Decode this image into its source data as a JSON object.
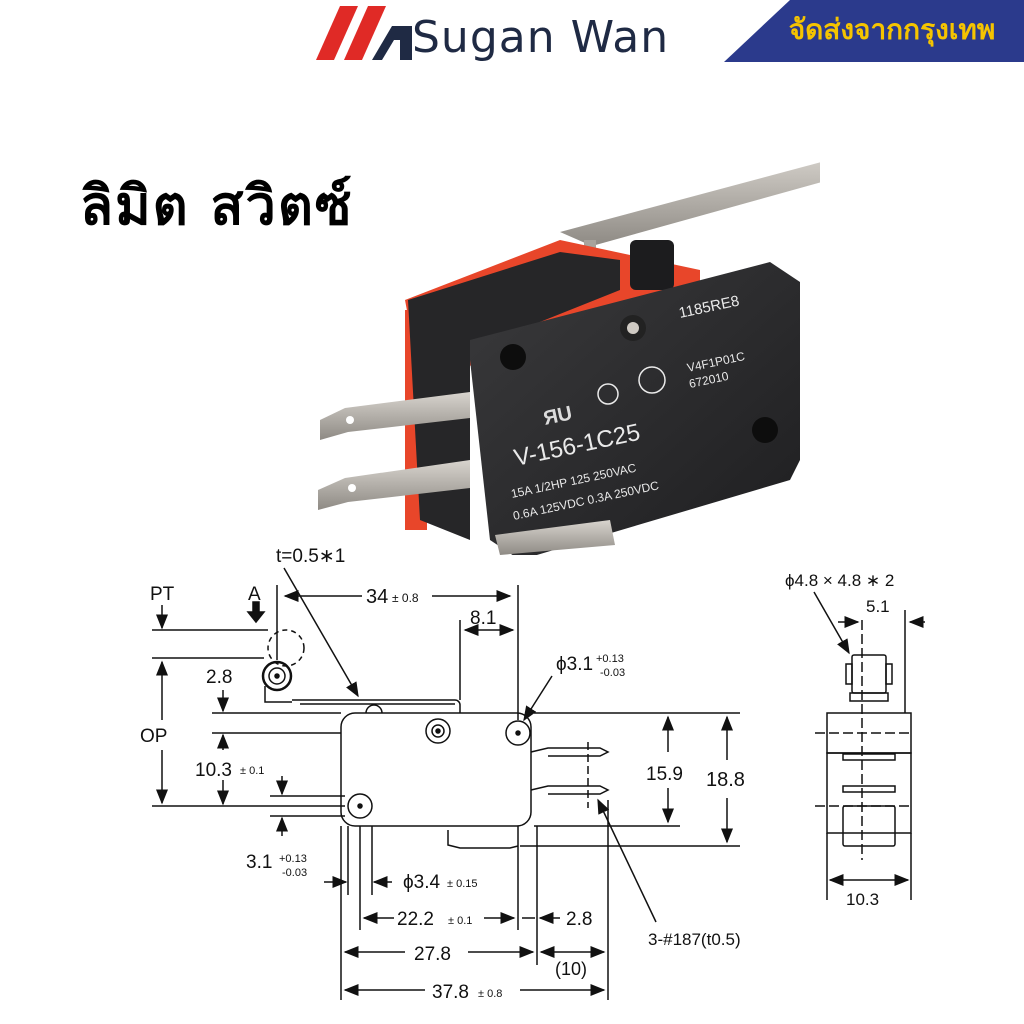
{
  "header": {
    "brand_name": "Sugan Wan",
    "banner_text": "จัดส่งจากกรุงเทพ",
    "colors": {
      "logo_red": "#e02a26",
      "logo_navy": "#1f2a44",
      "banner_blue": "#2b3a8c",
      "banner_text": "#f5c400"
    }
  },
  "product": {
    "title": "ลิมิต สวิตซ์",
    "markings": {
      "code_top": "1185RE8",
      "cert_code_1": "V4F1P01C",
      "cert_code_2": "672010",
      "model": "V-156-1C25",
      "rating_1": "15A 1/2HP 125 250VAC",
      "rating_2": "0.6A  125VDC 0.3A  250VDC",
      "logos": [
        "ul-logo",
        "sr-logo",
        "ccc-logo"
      ]
    },
    "colors": {
      "body": "#2a2a2c",
      "accent": "#e8462a",
      "metal": "#b9b4ae"
    }
  },
  "drawing": {
    "front_view": {
      "labels": {
        "lever_thickness": "t=0.5∗1",
        "pt": "PT",
        "a": "A",
        "op": "OP",
        "overall_length": "34",
        "overall_length_tol": "± 0.8",
        "right_offset": "8.1",
        "roller_height": "2.8",
        "hole_top": "ϕ3.1",
        "hole_top_tol_plus": "+0.13",
        "hole_top_tol_minus": "-0.03",
        "op_height": "10.3",
        "op_height_tol": "± 0.1",
        "hole_left": "3.1",
        "hole_left_tol_plus": "+0.13",
        "hole_left_tol_minus": "-0.03",
        "hole_dia": "ϕ3.4",
        "hole_dia_tol": "± 0.15",
        "hole_spacing": "22.2",
        "hole_spacing_tol": "± 0.1",
        "terminal_offset": "2.8",
        "body_length": "27.8",
        "terminal_length": "(10)",
        "total_length": "37.8",
        "total_length_tol": "± 0.8",
        "height_inner": "15.9",
        "height_outer": "18.8",
        "terminals": "3-#187(t0.5)"
      }
    },
    "side_view": {
      "labels": {
        "roller": "ϕ4.8 × 4.8 ∗ 2",
        "roller_width": "5.1",
        "body_width": "10.3"
      }
    }
  }
}
